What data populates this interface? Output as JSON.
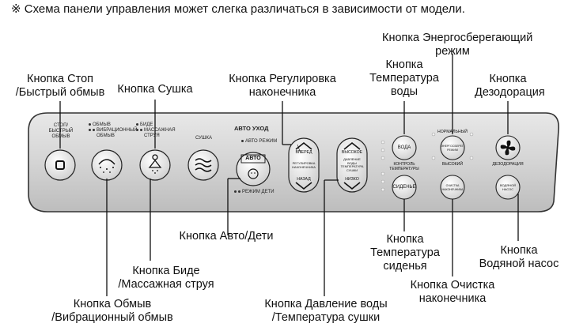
{
  "note": "※ Схема панели управления может слегка различаться в зависимости от модели.",
  "callouts": {
    "stop": [
      "Кнопка Стоп",
      "/Быстрый обмыв"
    ],
    "dry": [
      "Кнопка Сушка"
    ],
    "nozzle_adjust": [
      "Кнопка Регулировка",
      "наконечника"
    ],
    "energy": [
      "Кнопка Энергосберегающий",
      "режим"
    ],
    "water_temp": [
      "Кнопка",
      "Температура",
      "воды"
    ],
    "deodor": [
      "Кнопка",
      "Дезодорация"
    ],
    "auto_kids": [
      "Кнопка Авто/Дети"
    ],
    "bidet": [
      "Кнопка Биде",
      "/Массажная струя"
    ],
    "wash": [
      "Кнопка Обмыв",
      "/Вибрационный обмыв"
    ],
    "pressure": [
      "Кнопка Давление воды",
      "/Температура сушки"
    ],
    "seat_temp": [
      "Кнопка",
      "Температура",
      "сиденья"
    ],
    "nozzle_clean": [
      "Кнопка Очистка",
      "наконечника"
    ],
    "pump": [
      "Кнопка",
      "Водяной насос"
    ]
  },
  "panel": {
    "stop_label": [
      "СТОП/",
      "БЫСТРЫЙ",
      "ОБМЫВ"
    ],
    "wash_label": [
      "ОБМЫВ",
      "ВИБРАЦИОННЫЙ",
      "ОБМЫВ"
    ],
    "bidet_label": [
      "БИДЕ",
      "МАССАЖНАЯ",
      "СТРУЯ"
    ],
    "dry_label": "СУШКА",
    "auto_care": "АВТО УХОД",
    "auto_mode": "АВТО РЕЖИМ",
    "kids_mode": "РЕЖИМ ДЕТИ",
    "auto_btn": "АВТО",
    "forward": "ВПЕРЕД",
    "back": "НАЗАД",
    "nozzle_adj": [
      "РЕГУЛИРОВКА",
      "НАКОНЕЧНИКА"
    ],
    "high": "ВЫСОКОЕ",
    "low": "НИЗКО",
    "pressure_lbl": [
      "ДАВЛЕНИЕ",
      "ВОДЫ",
      "ТЕМПЕРАТУРА",
      "СУШКИ"
    ],
    "water": "ВОДА",
    "temp_control": [
      "КОНТРОЛЬ",
      "ТЕМПЕРАТУРЫ"
    ],
    "seat": "СИДЕНЬЕ",
    "normal": "НОРМАЛЬНЫЙ",
    "energy_btn": [
      "ЭНЕРГОСБЕРЕГ.",
      "РЕЖИМ"
    ],
    "high2": "ВЫСОКИЙ",
    "clean_btn": [
      "ОЧИСТКА",
      "НАКОНЕЧНИКА"
    ],
    "deodor_lbl": "ДЕЗОДОРАЦИЯ",
    "pump_btn": [
      "ВОДЯНОЙ",
      "НАСОС"
    ]
  }
}
